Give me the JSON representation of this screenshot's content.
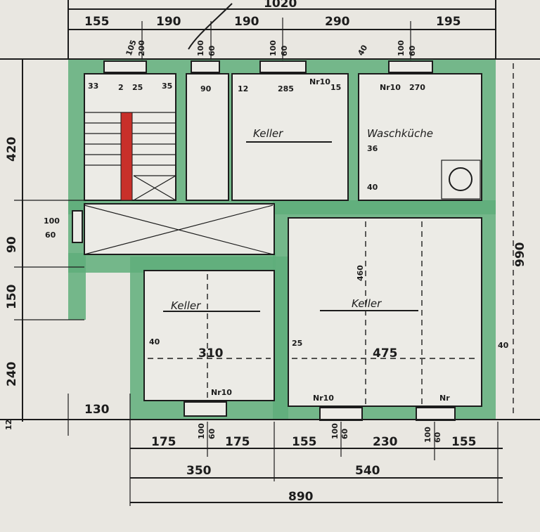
{
  "title": "Kellergeschoss Grundriss",
  "colors": {
    "wall": "#5fae7a",
    "chimney": "#c8302a",
    "paper": "#e9e7e1",
    "ink": "#1c1c1c"
  },
  "rooms": {
    "keller_top": "Keller",
    "waschkueche": "Waschküche",
    "keller_bottom_left": "Keller",
    "keller_bottom_right": "Keller"
  },
  "dimensions": {
    "top_total": "1020",
    "top_segments": [
      "155",
      "190",
      "190",
      "290",
      "195"
    ],
    "left": [
      "420",
      "90",
      "150",
      "240",
      "12"
    ],
    "left_window": [
      "100",
      "60"
    ],
    "right_total": "990",
    "bottom_segments": [
      "175",
      "175",
      "155",
      "230",
      "155"
    ],
    "bottom_sub": [
      "350",
      "540"
    ],
    "bottom_total": "890",
    "top_windows": [
      "105",
      "200",
      "100",
      "60",
      "100",
      "60",
      "100",
      "60",
      "40"
    ],
    "bottom_windows": [
      "100",
      "60",
      "100",
      "60",
      "100",
      "60"
    ]
  },
  "interior": {
    "stair_row": [
      "33",
      "2",
      "25",
      "35"
    ],
    "narrow_width": "90",
    "keller_top_width": [
      "12",
      "285",
      "15"
    ],
    "nr_labels": [
      "Nr10",
      "Nr10",
      "Nr10",
      "Nr10",
      "Nr"
    ],
    "wk_width": "270",
    "wk_notes": [
      "36",
      "40"
    ],
    "bottom_left_width": "310",
    "bottom_left_wall": "40",
    "bottom_right_width": "475",
    "bottom_right_depth": "460",
    "bottom_right_walls": [
      "25",
      "40"
    ]
  }
}
